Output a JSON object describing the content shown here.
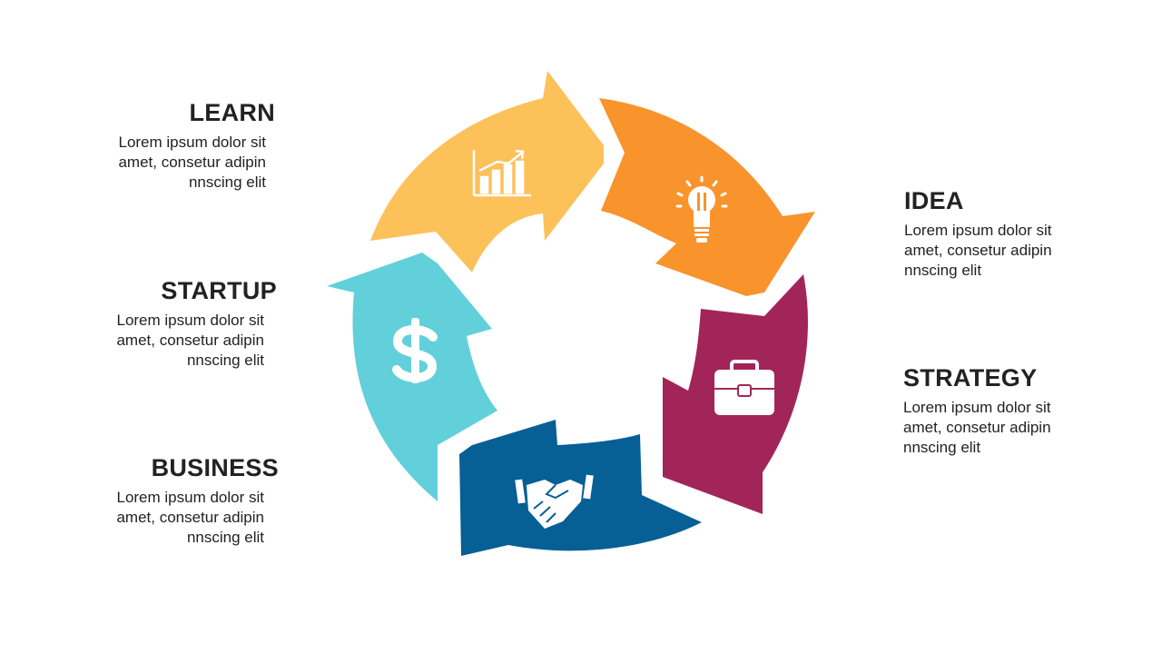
{
  "steps": [
    {
      "id": "learn",
      "title": "LEARN",
      "description": "Lorem ipsum dolor sit amet, consetur adipin nnscing elit",
      "color": "#FDC15A",
      "icon": "bar-chart-icon"
    },
    {
      "id": "idea",
      "title": "IDEA",
      "description": "Lorem ipsum dolor sit amet, consetur adipin nnscing elit",
      "color": "#F9932C",
      "icon": "lightbulb-icon"
    },
    {
      "id": "strategy",
      "title": "STRATEGY",
      "description": "Lorem ipsum dolor sit amet, consetur adipin nnscing elit",
      "color": "#A2255A",
      "icon": "briefcase-icon"
    },
    {
      "id": "business",
      "title": "BUSINESS",
      "description": "Lorem ipsum dolor sit amet, consetur adipin nnscing elit",
      "color": "#065F95",
      "icon": "handshake-icon"
    },
    {
      "id": "startup",
      "title": "STARTUP",
      "description": "Lorem ipsum dolor sit amet, consetur adipin nnscing elit",
      "color": "#62D0DA",
      "icon": "dollar-icon"
    }
  ]
}
